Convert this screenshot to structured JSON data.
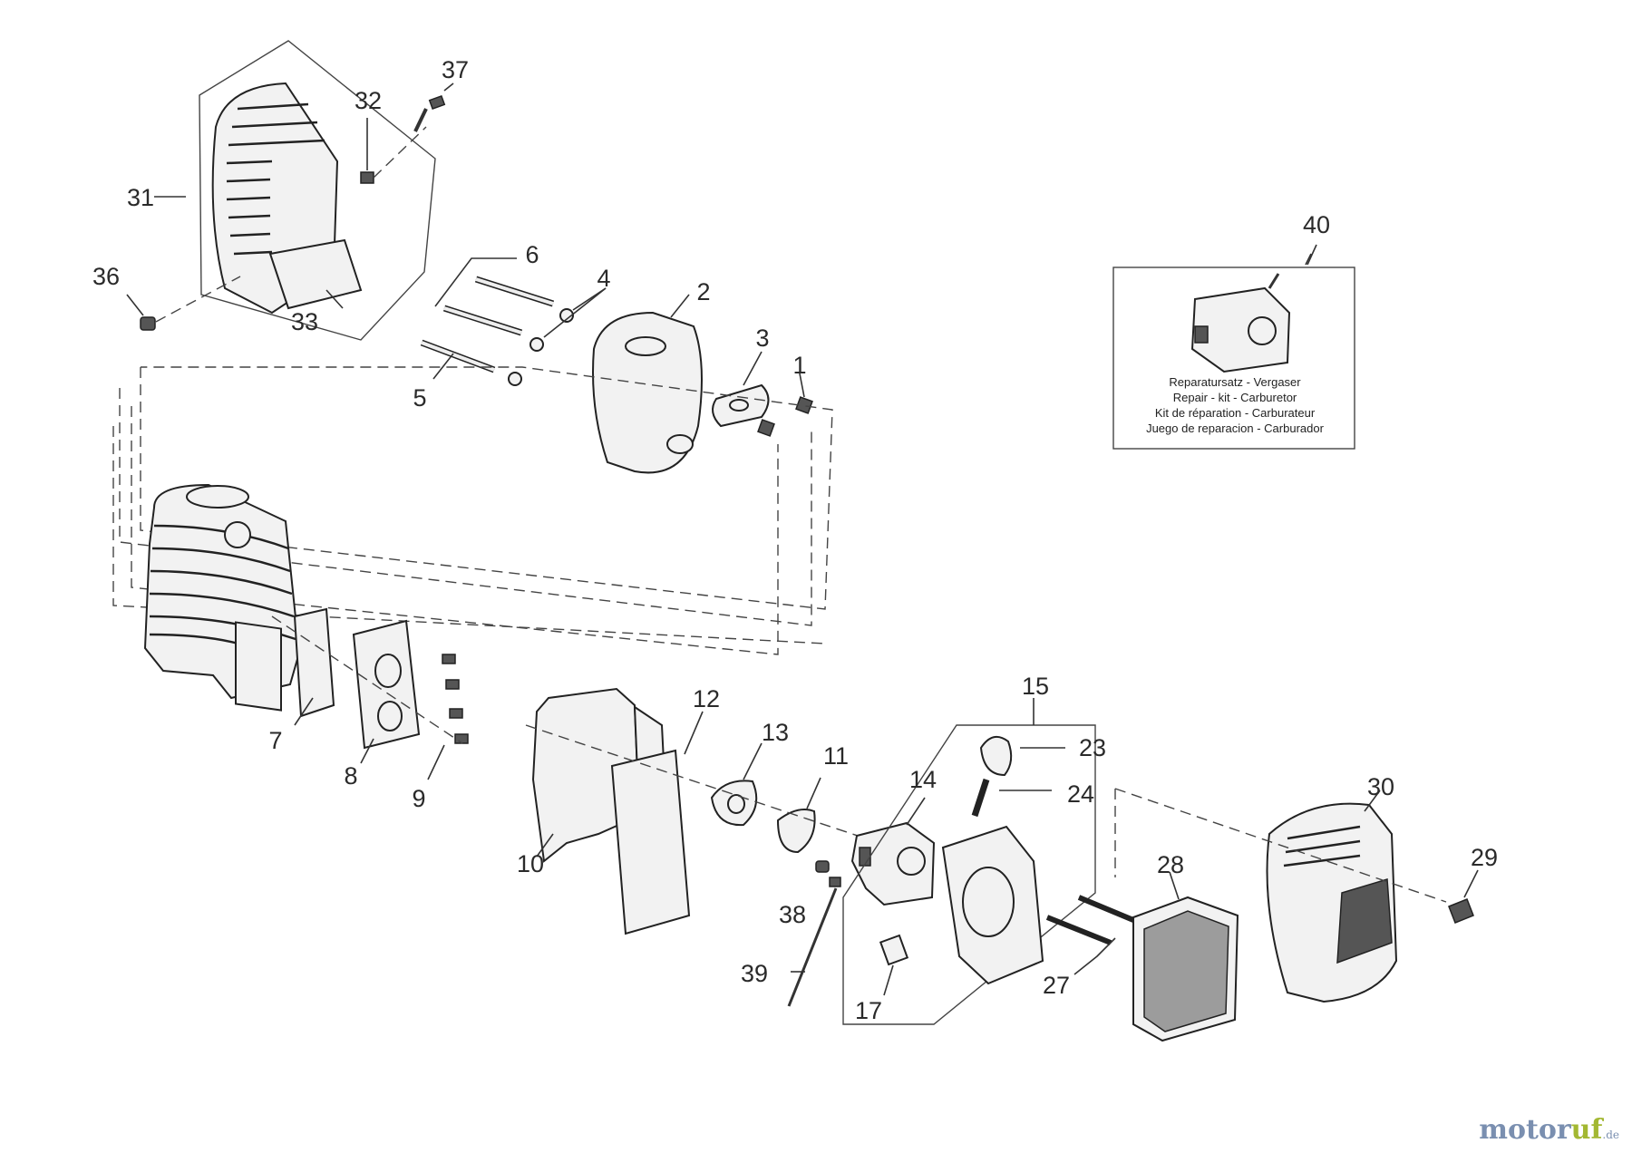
{
  "callouts": [
    {
      "id": "37",
      "text": "37"
    },
    {
      "id": "32",
      "text": "32"
    },
    {
      "id": "31",
      "text": "31"
    },
    {
      "id": "36",
      "text": "36"
    },
    {
      "id": "33",
      "text": "33"
    },
    {
      "id": "6",
      "text": "6"
    },
    {
      "id": "4",
      "text": "4"
    },
    {
      "id": "2",
      "text": "2"
    },
    {
      "id": "3",
      "text": "3"
    },
    {
      "id": "1",
      "text": "1"
    },
    {
      "id": "5",
      "text": "5"
    },
    {
      "id": "40",
      "text": "40"
    },
    {
      "id": "7",
      "text": "7"
    },
    {
      "id": "8",
      "text": "8"
    },
    {
      "id": "9",
      "text": "9"
    },
    {
      "id": "10",
      "text": "10"
    },
    {
      "id": "12",
      "text": "12"
    },
    {
      "id": "13",
      "text": "13"
    },
    {
      "id": "11",
      "text": "11"
    },
    {
      "id": "14",
      "text": "14"
    },
    {
      "id": "15",
      "text": "15"
    },
    {
      "id": "23",
      "text": "23"
    },
    {
      "id": "24",
      "text": "24"
    },
    {
      "id": "30",
      "text": "30"
    },
    {
      "id": "29",
      "text": "29"
    },
    {
      "id": "28",
      "text": "28"
    },
    {
      "id": "38",
      "text": "38"
    },
    {
      "id": "39",
      "text": "39"
    },
    {
      "id": "17",
      "text": "17"
    },
    {
      "id": "27",
      "text": "27"
    }
  ],
  "repair_kit": {
    "lines": [
      "Reparatursatz - Vergaser",
      "Repair - kit - Carburetor",
      "Kit de réparation - Carburateur",
      "Juego de reparacion - Carburador"
    ]
  },
  "watermark": {
    "part1": "motor",
    "part2": "uf",
    "tld": ".de"
  }
}
